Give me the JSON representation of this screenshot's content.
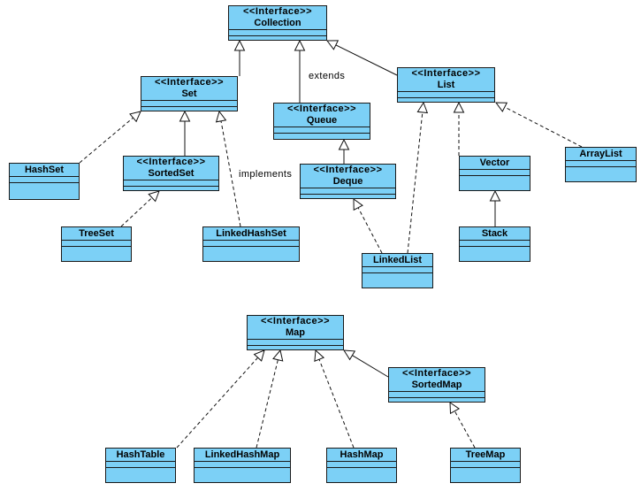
{
  "stereotype": "<<Interface>>",
  "nodes": {
    "collection": {
      "name": "Collection",
      "interface": true
    },
    "set": {
      "name": "Set",
      "interface": true
    },
    "queue": {
      "name": "Queue",
      "interface": true
    },
    "list": {
      "name": "List",
      "interface": true
    },
    "hashset": {
      "name": "HashSet",
      "interface": false
    },
    "sortedset": {
      "name": "SortedSet",
      "interface": true
    },
    "deque": {
      "name": "Deque",
      "interface": true
    },
    "vector": {
      "name": "Vector",
      "interface": false
    },
    "arraylist": {
      "name": "ArrayList",
      "interface": false
    },
    "treeset": {
      "name": "TreeSet",
      "interface": false
    },
    "linkedhashset": {
      "name": "LinkedHashSet",
      "interface": false
    },
    "stack": {
      "name": "Stack",
      "interface": false
    },
    "linkedlist": {
      "name": "LinkedList",
      "interface": false
    },
    "map": {
      "name": "Map",
      "interface": true
    },
    "sortedmap": {
      "name": "SortedMap",
      "interface": true
    },
    "hashtable": {
      "name": "HashTable",
      "interface": false
    },
    "linkedhashmap": {
      "name": "LinkedHashMap",
      "interface": false
    },
    "hashmap": {
      "name": "HashMap",
      "interface": false
    },
    "treemap": {
      "name": "TreeMap",
      "interface": false
    }
  },
  "labels": {
    "extends": "extends",
    "implements": "implements"
  },
  "edges": [
    {
      "from": "set",
      "to": "collection",
      "kind": "extends"
    },
    {
      "from": "queue",
      "to": "collection",
      "kind": "extends"
    },
    {
      "from": "list",
      "to": "collection",
      "kind": "extends"
    },
    {
      "from": "hashset",
      "to": "set",
      "kind": "implements"
    },
    {
      "from": "sortedset",
      "to": "set",
      "kind": "extends"
    },
    {
      "from": "linkedhashset",
      "to": "set",
      "kind": "implements"
    },
    {
      "from": "deque",
      "to": "queue",
      "kind": "extends"
    },
    {
      "from": "treeset",
      "to": "sortedset",
      "kind": "implements"
    },
    {
      "from": "linkedlist",
      "to": "deque",
      "kind": "implements"
    },
    {
      "from": "linkedlist",
      "to": "list",
      "kind": "implements"
    },
    {
      "from": "vector",
      "to": "list",
      "kind": "implements"
    },
    {
      "from": "arraylist",
      "to": "list",
      "kind": "implements"
    },
    {
      "from": "stack",
      "to": "vector",
      "kind": "extends"
    },
    {
      "from": "hashtable",
      "to": "map",
      "kind": "implements"
    },
    {
      "from": "linkedhashmap",
      "to": "map",
      "kind": "implements"
    },
    {
      "from": "hashmap",
      "to": "map",
      "kind": "implements"
    },
    {
      "from": "sortedmap",
      "to": "map",
      "kind": "extends"
    },
    {
      "from": "treemap",
      "to": "sortedmap",
      "kind": "implements"
    }
  ]
}
